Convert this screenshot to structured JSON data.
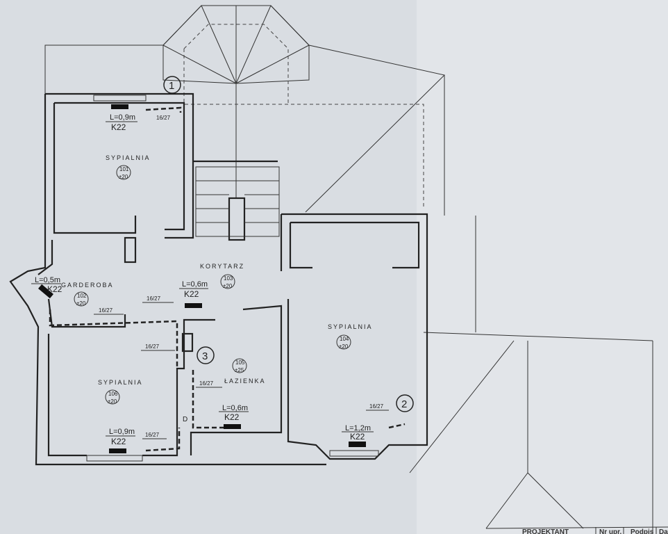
{
  "plan": {
    "rooms": [
      {
        "name": "SYPIALNIA",
        "number": "101",
        "height": "±20"
      },
      {
        "name": "GARDEROBA",
        "number": "102",
        "height": "±20"
      },
      {
        "name": "KORYTARZ",
        "number": "103",
        "height": "±20"
      },
      {
        "name": "SYPIALNIA",
        "number": "104",
        "height": "±20"
      },
      {
        "name": "ŁAZIENKA",
        "number": "105",
        "height": "±25"
      },
      {
        "name": "SYPIALNIA",
        "number": "106",
        "height": "±20"
      }
    ],
    "radiators": [
      {
        "length": "L=0,9m",
        "type": "K22"
      },
      {
        "length": "L=0,5m",
        "type": "K22"
      },
      {
        "length": "L=0,6m",
        "type": "K22"
      },
      {
        "length": "L=0,6m",
        "type": "K22"
      },
      {
        "length": "L=0,9m",
        "type": "K22"
      },
      {
        "length": "L=1,2m",
        "type": "K22"
      }
    ],
    "pipe_label": "16/27",
    "markers": [
      "1",
      "2",
      "3"
    ],
    "door_mark": "D"
  },
  "title_block": {
    "designer": "PROJEKTANT",
    "number": "Nr upr.",
    "signature": "Podpis",
    "date": "Da"
  }
}
